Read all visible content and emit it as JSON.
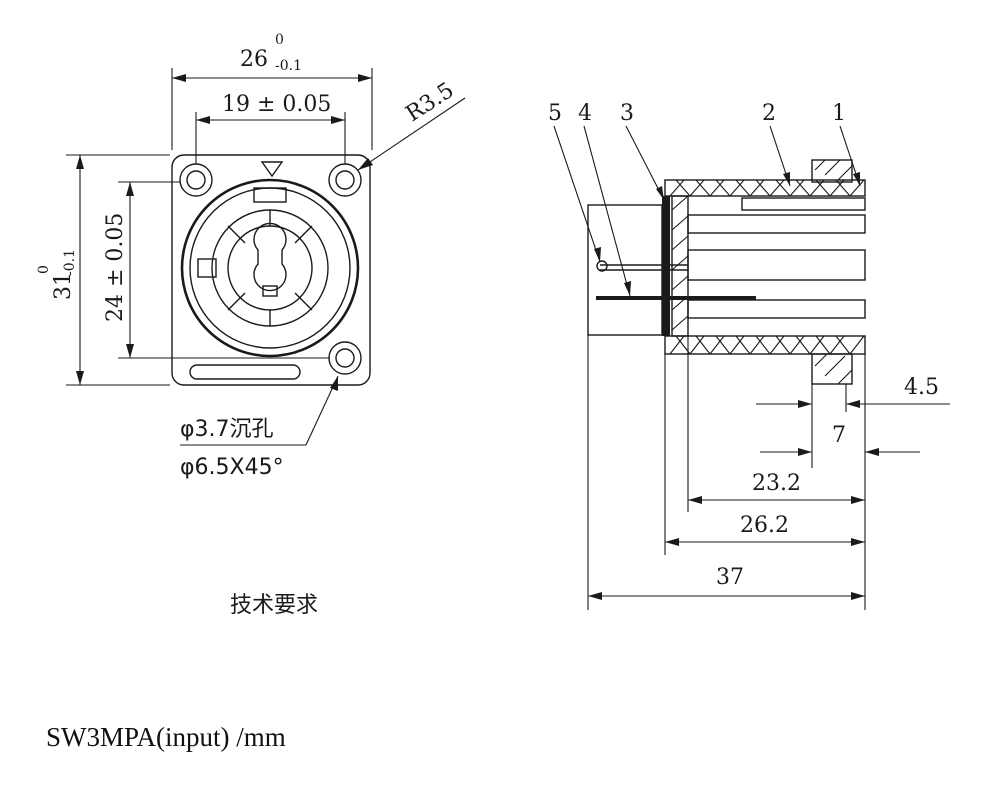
{
  "front_view": {
    "width_nominal": "26",
    "width_tol_upper": "0",
    "width_tol_lower": "-0.1",
    "hole_pitch_horizontal": "19 ± 0.05",
    "corner_radius": "R3.5",
    "height_nominal": "31",
    "height_tol_upper": "0",
    "height_tol_lower": "-0.1",
    "hole_pitch_vertical": "24 ± 0.05",
    "hole_note_1": "φ3.7沉孔",
    "hole_note_2": "φ6.5X45°"
  },
  "side_view": {
    "part_labels": [
      "1",
      "2",
      "3",
      "4",
      "5"
    ],
    "dims": {
      "d_4_5": "4.5",
      "d_7": "7",
      "d_23_2": "23.2",
      "d_26_2": "26.2",
      "d_37": "37"
    }
  },
  "tech_requirements_label": "技术要求",
  "caption": "SW3MPA(input)   /mm"
}
